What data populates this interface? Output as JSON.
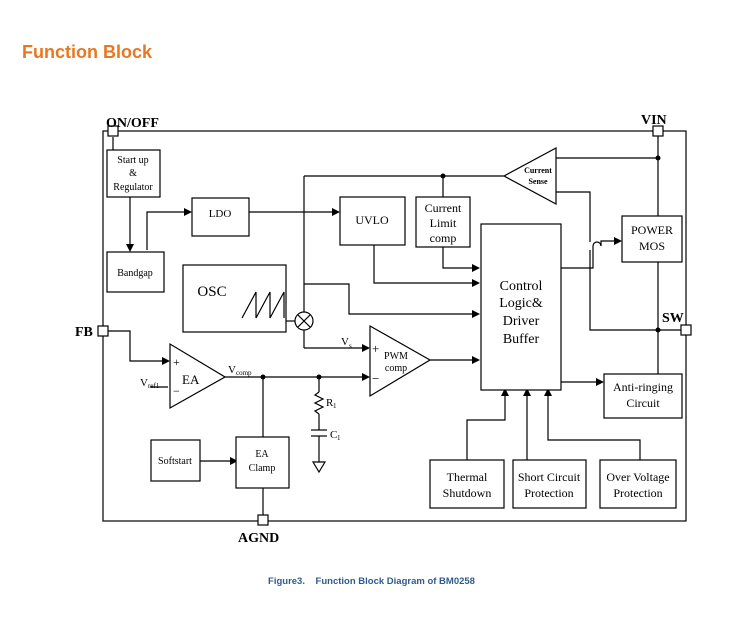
{
  "heading": "Function Block",
  "caption": {
    "figure_no": "Figure3.",
    "title": "Function Block Diagram of BM0258"
  },
  "pins": {
    "on_off": "ON/OFF",
    "vin": "VIN",
    "fb": "FB",
    "sw": "SW",
    "agnd": "AGND"
  },
  "blocks": {
    "startup": [
      "Start up",
      "&",
      "Regulator"
    ],
    "ldo": "LDO",
    "bandgap": "Bandgap",
    "uvlo": "UVLO",
    "current_limit": [
      "Current",
      "Limit",
      "comp"
    ],
    "current_sense": [
      "Current",
      "Sense"
    ],
    "power_mos": [
      "POWER",
      "MOS"
    ],
    "osc": "OSC",
    "control": [
      "Control",
      "Logic&",
      "Driver",
      "Buffer"
    ],
    "pwm": [
      "PWM",
      "comp"
    ],
    "ea": "EA",
    "softstart": "Softstart",
    "ea_clamp": [
      "EA",
      "Clamp"
    ],
    "anti_ringing": [
      "Anti-ringing",
      "Circuit"
    ],
    "thermal": [
      "Thermal",
      "Shutdown"
    ],
    "short_circuit": [
      "Short Circuit",
      "Protection"
    ],
    "over_voltage": [
      "Over Voltage",
      "Protection"
    ]
  },
  "labels": {
    "vref_main": "V",
    "vref_sub": "ref1",
    "vcomp_main": "V",
    "vcomp_sub": "comp",
    "vs_main": "V",
    "vs_sub": "s",
    "r1_main": "R",
    "r1_sub": "1",
    "c1_main": "C",
    "c1_sub": "1",
    "plus": "+",
    "minus": "−"
  }
}
